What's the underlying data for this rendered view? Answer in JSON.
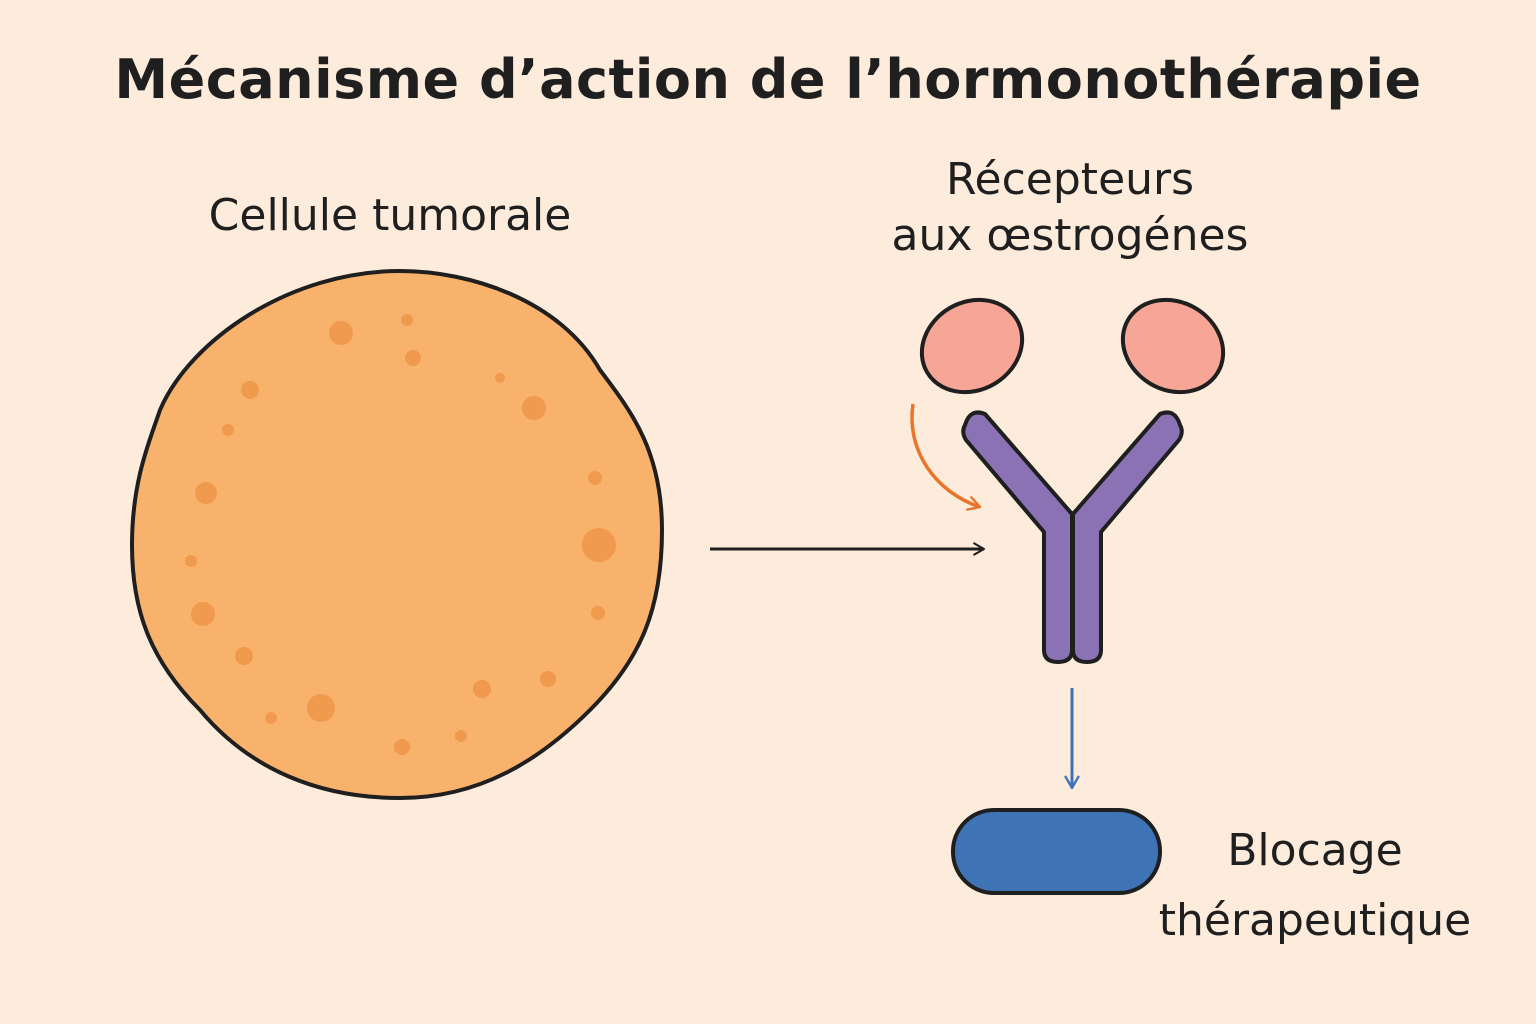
{
  "title": "Mécanisme d’action de l’hormonothérapie",
  "labels": {
    "cell": "Cellule tumorale",
    "receptor_line1": "Récepteurs",
    "receptor_line2": "aux œstrogénes",
    "block_line1": "Blocage",
    "block_line2": "thérapeutique"
  },
  "colors": {
    "background": "#fdecdc",
    "cell_fill": "#f9b26b",
    "cell_spots": "#ef9a4d",
    "hormone": "#f6a596",
    "receptor": "#8a72b5",
    "hormone_arrow": "#e8752a",
    "block": "#3e73b5",
    "down_arrow": "#3e73b5",
    "outline": "#1f1f1f"
  }
}
